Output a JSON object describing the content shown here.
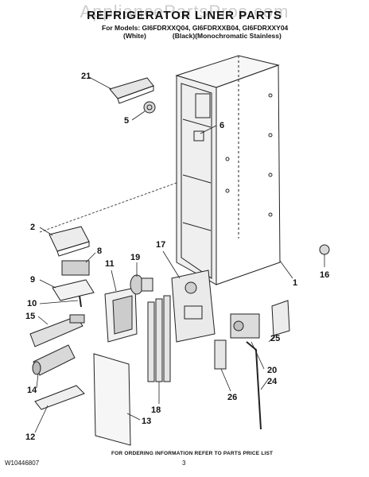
{
  "header": {
    "watermark": "AppliancePartsPros.com",
    "title": "REFRIGERATOR LINER PARTS",
    "models_line": "For Models: GI6FDRXXQ04, GI6FDRXXB04, GI6FDRXXY04",
    "variants_line": "(White)              (Black)(Monochromatic Stainless)"
  },
  "callouts": {
    "c1": "1",
    "c2": "2",
    "c5": "5",
    "c6": "6",
    "c8": "8",
    "c9": "9",
    "c10": "10",
    "c11": "11",
    "c12": "12",
    "c13": "13",
    "c14": "14",
    "c15": "15",
    "c16": "16",
    "c17": "17",
    "c18": "18",
    "c19": "19",
    "c20": "20",
    "c21": "21",
    "c24": "24",
    "c25": "25",
    "c26": "26"
  },
  "footer": {
    "doc_number": "W10446807",
    "page_number": "3",
    "ordering_note": "FOR ORDERING INFORMATION REFER TO PARTS PRICE LIST"
  }
}
